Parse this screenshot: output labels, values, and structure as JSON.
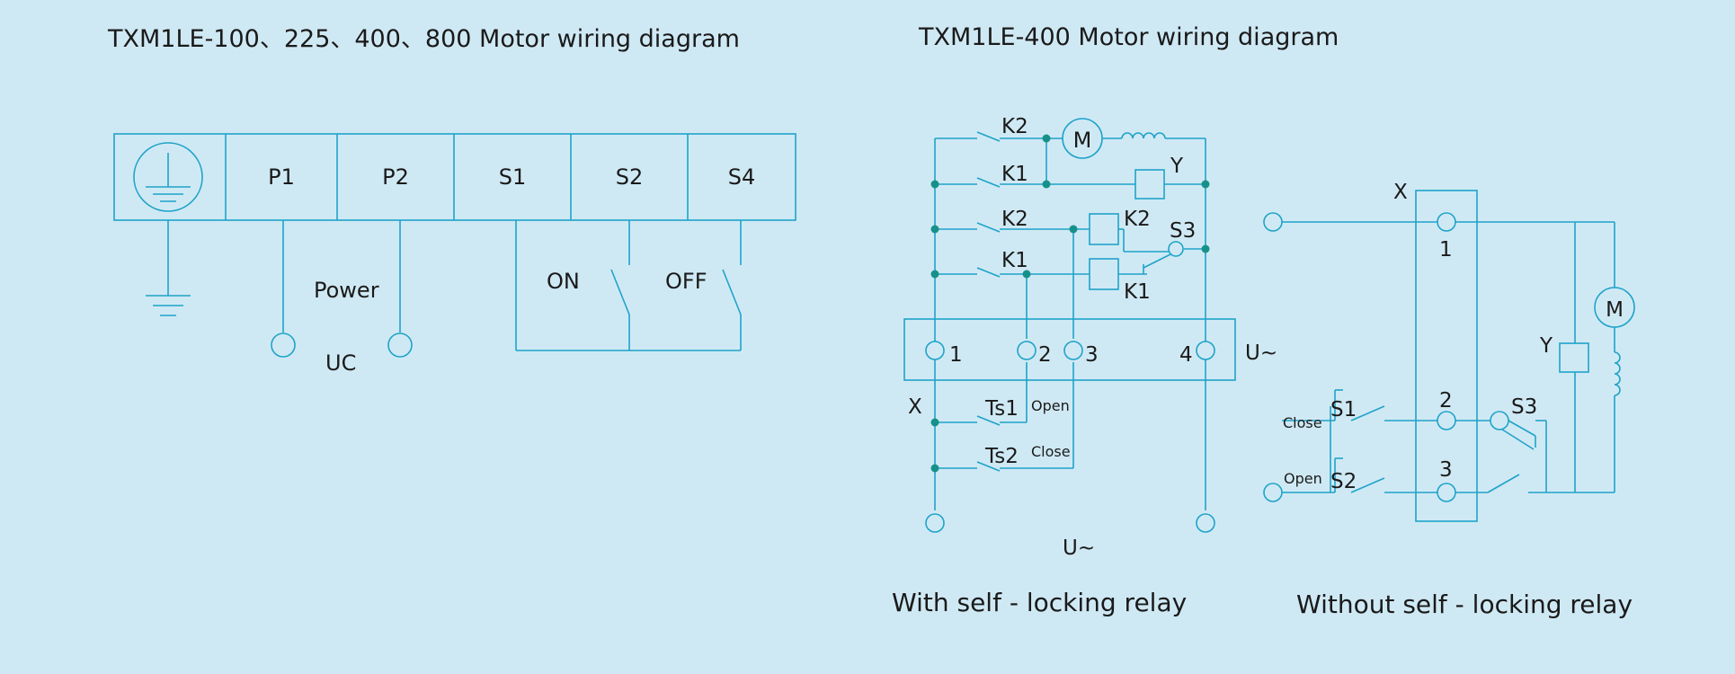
{
  "titles": {
    "left": "TXM1LE-100、225、400、800 Motor wiring diagram",
    "right": "TXM1LE-400 Motor wiring diagram"
  },
  "terminal_block": {
    "cells": [
      "P1",
      "P2",
      "S1",
      "S2",
      "S4"
    ],
    "power_label": "Power",
    "uc_label": "UC",
    "on_label": "ON",
    "off_label": "OFF"
  },
  "relay_diagram": {
    "k2_top": "K2",
    "motor": "M",
    "k1_mid": "K1",
    "y": "Y",
    "k2_row3": "K2",
    "k2_coil": "K2",
    "s3": "S3",
    "k1_row4": "K1",
    "k1_coil": "K1",
    "term1": "1",
    "term2": "2",
    "term3": "3",
    "term4": "4",
    "u_right": "U~",
    "x": "X",
    "ts1": "Ts1",
    "open": "Open",
    "ts2": "Ts2",
    "close": "Close",
    "u_bottom": "U~",
    "caption": "With self - locking relay"
  },
  "no_relay_diagram": {
    "x": "X",
    "term1": "1",
    "motor": "M",
    "y": "Y",
    "close": "Close",
    "s1": "S1",
    "term2": "2",
    "s3": "S3",
    "open": "Open",
    "s2": "S2",
    "term3": "3",
    "caption": "Without self - locking relay"
  }
}
